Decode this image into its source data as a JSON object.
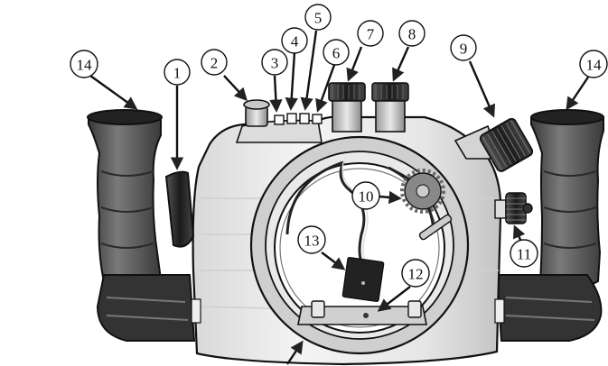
{
  "colors": {
    "body": "#efefef",
    "body_shade": "#c9c9c9",
    "grip": "#555555",
    "grip_dark": "#2a2a2a",
    "metal": "#bdbdbd",
    "knob": "#2b2b2b",
    "outline": "#111111"
  },
  "callouts": [
    {
      "id": "1",
      "label": "1"
    },
    {
      "id": "2",
      "label": "2"
    },
    {
      "id": "3",
      "label": "3"
    },
    {
      "id": "4",
      "label": "4"
    },
    {
      "id": "5",
      "label": "5"
    },
    {
      "id": "6",
      "label": "6"
    },
    {
      "id": "7",
      "label": "7"
    },
    {
      "id": "8",
      "label": "8"
    },
    {
      "id": "9",
      "label": "9"
    },
    {
      "id": "10",
      "label": "10"
    },
    {
      "id": "11",
      "label": "11"
    },
    {
      "id": "12",
      "label": "12"
    },
    {
      "id": "13",
      "label": "13"
    },
    {
      "id": "14L",
      "label": "14"
    },
    {
      "id": "14R",
      "label": "14"
    }
  ]
}
